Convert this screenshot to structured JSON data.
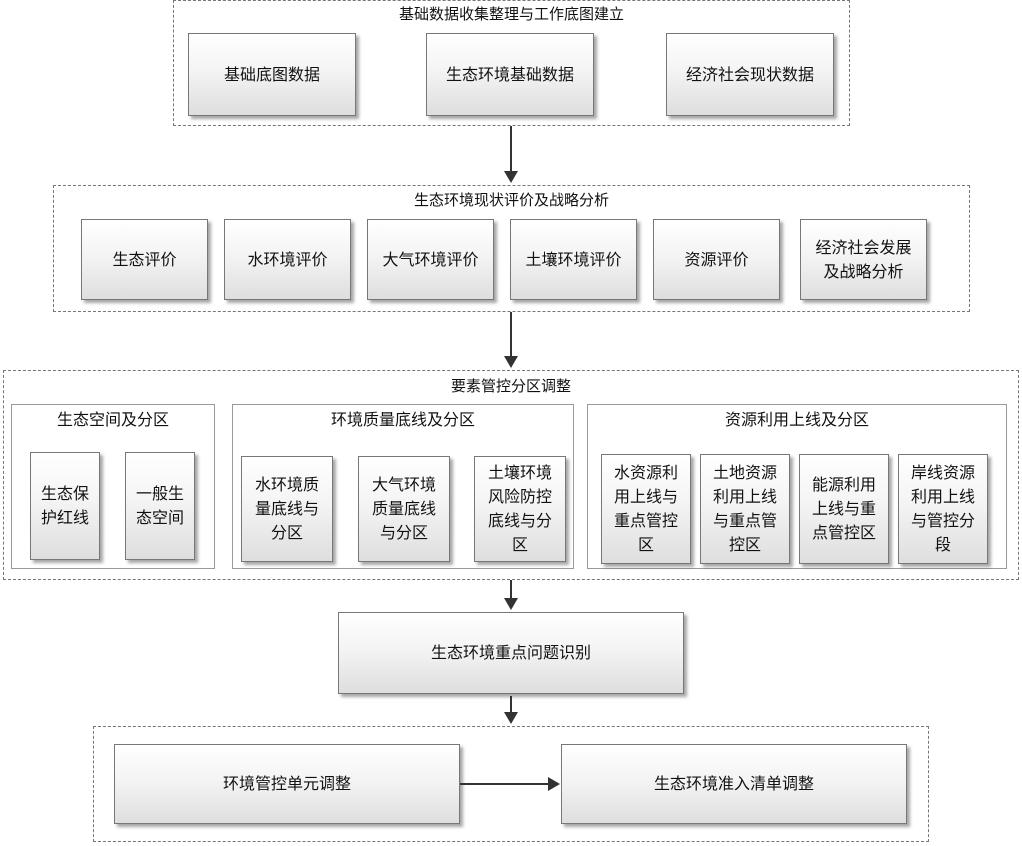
{
  "section1": {
    "title": "基础数据收集整理与工作底图建立",
    "items": [
      "基础底图数据",
      "生态环境基础数据",
      "经济社会现状数据"
    ]
  },
  "section2": {
    "title": "生态环境现状评价及战略分析",
    "items": [
      "生态评价",
      "水环境评价",
      "大气环境评价",
      "土壤环境评价",
      "资源评价",
      "经济社会发展\n及战略分析"
    ]
  },
  "section3": {
    "title": "要素管控分区调整",
    "groups": [
      {
        "title": "生态空间及分区",
        "items": [
          "生态保\n护红线",
          "一般生\n态空间"
        ]
      },
      {
        "title": "环境质量底线及分区",
        "items": [
          "水环境质\n量底线与\n分区",
          "大气环境\n质量底线\n与分区",
          "土壤环境\n风险防控\n底线与分\n区"
        ]
      },
      {
        "title": "资源利用上线及分区",
        "items": [
          "水资源利\n用上线与\n重点管控\n区",
          "土地资源\n利用上线\n与重点管\n控区",
          "能源利用\n上线与重\n点管控区",
          "岸线资源\n利用上线\n与管控分\n段"
        ]
      }
    ]
  },
  "section4": {
    "label": "生态环境重点问题识别"
  },
  "section5": {
    "items": [
      "环境管控单元调整",
      "生态环境准入清单调整"
    ]
  }
}
